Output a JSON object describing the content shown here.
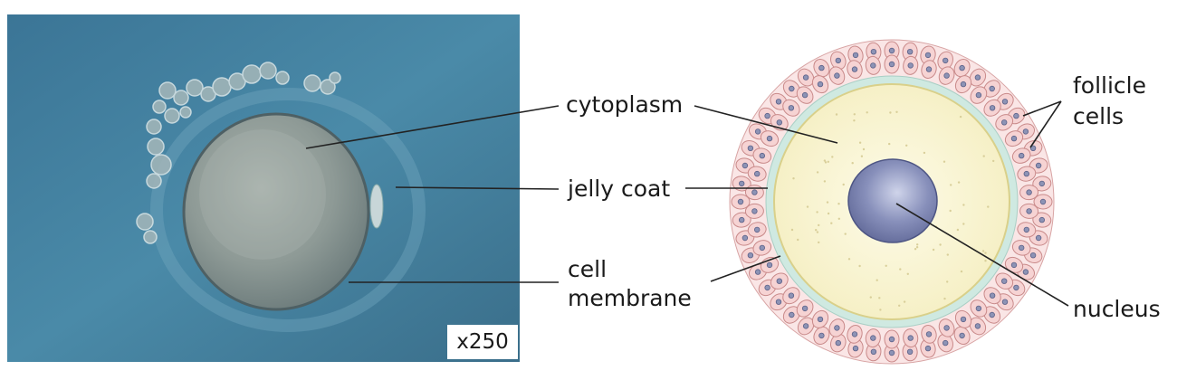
{
  "photo": {
    "magnification": "x250"
  },
  "labels": {
    "cytoplasm": "cytoplasm",
    "jelly_coat": "jelly coat",
    "cell_membrane_line1": "cell",
    "cell_membrane_line2": "membrane",
    "follicle_line1": "follicle",
    "follicle_line2": "cells",
    "nucleus": "nucleus"
  },
  "colors": {
    "photo_background": "#3f7f9f",
    "follicle_cell": "#f6d3d3",
    "follicle_outline": "#c98a8a",
    "jelly_coat": "#c9e6e0",
    "cytoplasm": "#fbf7d4",
    "nucleus": "#6f78a8"
  }
}
